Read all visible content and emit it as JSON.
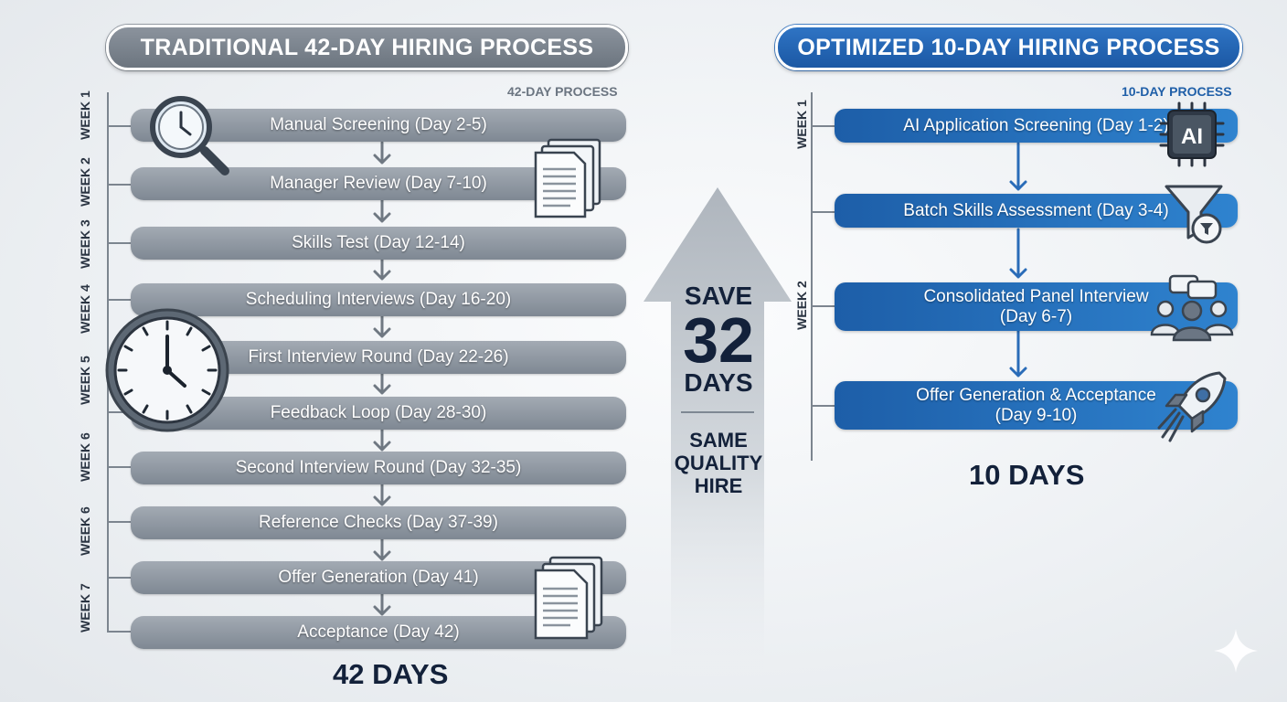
{
  "traditional": {
    "title": "TRADITIONAL 42-DAY HIRING PROCESS",
    "process_label": "42-DAY PROCESS",
    "weeks": [
      "WEEK 1",
      "WEEK 2",
      "WEEK 3",
      "WEEK 4",
      "WEEK 5",
      "WEEK 6",
      "WEEK 6",
      "WEEK 7"
    ],
    "steps": [
      {
        "name": "Manual Screening",
        "days": "(Day 2-5)"
      },
      {
        "name": "Manager Review",
        "days": "(Day 7-10)"
      },
      {
        "name": "Skills Test",
        "days": "(Day 12-14)"
      },
      {
        "name": "Scheduling Interviews",
        "days": "(Day 16-20)"
      },
      {
        "name": "First Interview Round",
        "days": "(Day 22-26)"
      },
      {
        "name": "Feedback Loop",
        "days": "(Day 28-30)"
      },
      {
        "name": "Second Interview Round",
        "days": "(Day 32-35)"
      },
      {
        "name": "Reference Checks",
        "days": "(Day 37-39)"
      },
      {
        "name": "Offer Generation",
        "days": "(Day 41)"
      },
      {
        "name": "Acceptance",
        "days": "(Day 42)"
      }
    ],
    "total": "42 DAYS"
  },
  "optimized": {
    "title": "OPTIMIZED 10-DAY HIRING PROCESS",
    "process_label": "10-DAY PROCESS",
    "weeks": [
      "WEEK 1",
      "WEEK 2"
    ],
    "steps": [
      {
        "name": "AI Application Screening",
        "days": "(Day 1-2)"
      },
      {
        "name": "Batch Skills Assessment",
        "days": "(Day 3-4)"
      },
      {
        "name": "Consolidated Panel Interview",
        "days": "(Day 6-7)"
      },
      {
        "name": "Offer Generation & Acceptance",
        "days": "(Day 9-10)"
      }
    ],
    "ai_badge": "AI",
    "total": "10 DAYS"
  },
  "savings": {
    "save": "SAVE",
    "number": "32",
    "unit": "DAYS",
    "line1": "SAME",
    "line2": "QUALITY",
    "line3": "HIRE"
  },
  "icons": [
    "magnifier-clock-icon",
    "documents-icon",
    "clock-icon",
    "documents-icon",
    "ai-chip-icon",
    "funnel-icon",
    "team-icon",
    "rocket-icon",
    "sparkle-icon"
  ],
  "colors": {
    "grey_bar": "#8e96a0",
    "blue_bar": "#2470bd",
    "dark_text": "#13213a"
  }
}
